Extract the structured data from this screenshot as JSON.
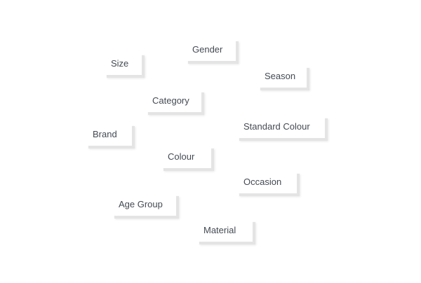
{
  "tags": [
    {
      "label": "Gender"
    },
    {
      "label": "Size"
    },
    {
      "label": "Season"
    },
    {
      "label": "Category"
    },
    {
      "label": "Standard Colour"
    },
    {
      "label": "Brand"
    },
    {
      "label": "Colour"
    },
    {
      "label": "Occasion"
    },
    {
      "label": "Age Group"
    },
    {
      "label": "Material"
    }
  ]
}
